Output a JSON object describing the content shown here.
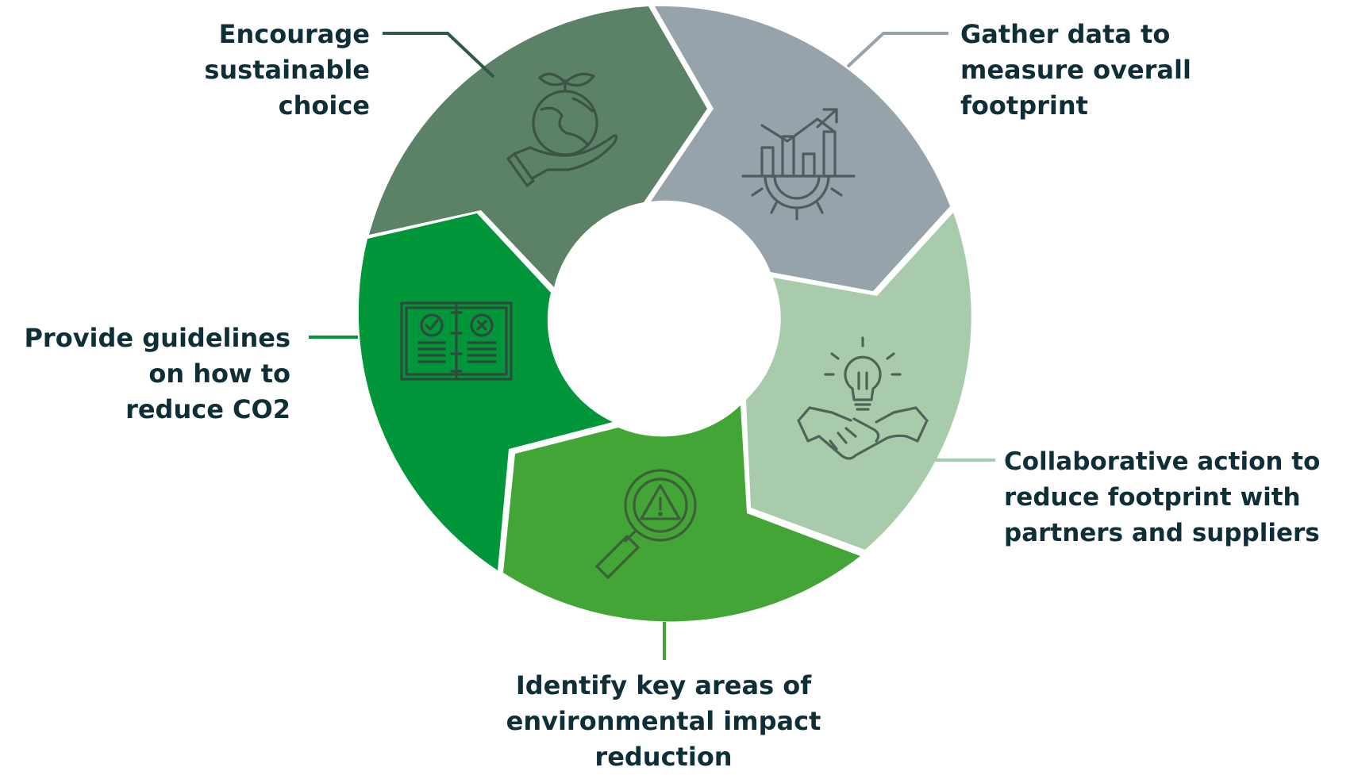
{
  "colors": {
    "encourage": "#5b8166",
    "gather": "#96a3ab",
    "collaborate": "#a8cbab",
    "identify": "#42a535",
    "guidelines": "#009639",
    "icon_stroke": "#4f5c58",
    "text": "#0f2f38"
  },
  "segments": [
    {
      "id": "encourage",
      "label": "Encourage\nsustainable\nchoice",
      "icon": "globe-plant-hand-icon"
    },
    {
      "id": "gather",
      "label": "Gather data to\nmeasure overall\nfootprint",
      "icon": "chart-gear-icon"
    },
    {
      "id": "collaborate",
      "label": "Collaborative action to\nreduce footprint with\npartners and suppliers",
      "icon": "handshake-lightbulb-icon"
    },
    {
      "id": "identify",
      "label": "Identify key areas of\nenvironmental impact\nreduction",
      "icon": "magnifier-warning-icon"
    },
    {
      "id": "guidelines",
      "label": "Provide guidelines\non how to\nreduce CO2",
      "icon": "checklist-book-icon"
    }
  ]
}
